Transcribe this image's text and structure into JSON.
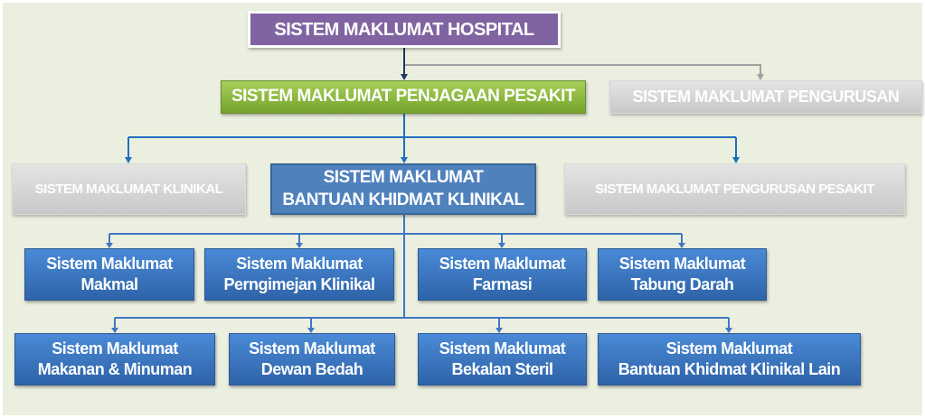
{
  "root": {
    "label": "SISTEM MAKLUMAT HOSPITAL"
  },
  "level1": [
    {
      "label": "SISTEM MAKLUMAT PENJAGAAN PESAKIT"
    },
    {
      "label": "SISTEM MAKLUMAT PENGURUSAN"
    }
  ],
  "level2": [
    {
      "label": "SISTEM MAKLUMAT KLINIKAL"
    },
    {
      "line1": "SISTEM MAKLUMAT",
      "line2": "BANTUAN KHIDMAT KLINIKAL"
    },
    {
      "label": "SISTEM MAKLUMAT PENGURUSAN PESAKIT"
    }
  ],
  "subsystems": [
    {
      "line1": "Sistem Maklumat",
      "line2": "Makmal"
    },
    {
      "line1": "Sistem Maklumat",
      "line2": "Perngimejan Klinikal"
    },
    {
      "line1": "Sistem Maklumat",
      "line2": "Farmasi"
    },
    {
      "line1": "Sistem Maklumat",
      "line2": "Tabung Darah"
    },
    {
      "line1": "Sistem Maklumat",
      "line2": "Makanan & Minuman"
    },
    {
      "line1": "Sistem Maklumat",
      "line2": "Dewan Bedah"
    },
    {
      "line1": "Sistem Maklumat",
      "line2": "Bekalan Steril"
    },
    {
      "line1": "Sistem Maklumat",
      "line2": "Bantuan Khidmat Klinikal Lain"
    }
  ],
  "colors": {
    "root": "#8064a2",
    "active": "#9bbb59",
    "inactive": "#d0d0d0",
    "blue": "#4f81bd",
    "connector": "#1f6fbf"
  }
}
